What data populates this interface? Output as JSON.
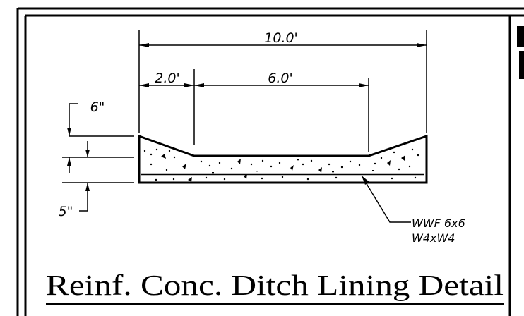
{
  "dimensions": {
    "total_width": "10.0'",
    "side_slope_width": "2.0'",
    "bottom_width": "6.0'",
    "side_depth": "6\"",
    "slab_thickness": "5\""
  },
  "callout": {
    "line1": "WWF 6x6",
    "line2": "W4xW4"
  },
  "title": "Reinf. Conc. Ditch Lining Detail"
}
